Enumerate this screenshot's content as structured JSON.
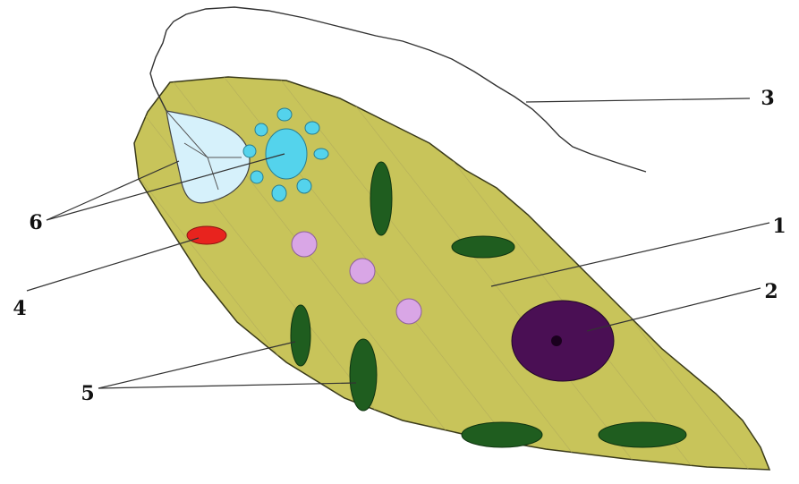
{
  "labels": {
    "l1": "1",
    "l2": "2",
    "l3": "3",
    "l4": "4",
    "l5": "5",
    "l6": "6"
  },
  "colors": {
    "cytoplasm": "#c8c45a",
    "hatch": "#b3ad5a",
    "outline": "#3a3a1a",
    "chloroplast": "#1f5d1f",
    "vacuole": "#d9a6e6",
    "nucleus": "#4a0f54",
    "nucleolus": "#1a001e",
    "stigma": "#e8231e",
    "contractile_vacuole": "#54d3ec",
    "reservoir": "#d6f1fb",
    "flagellum": "#333333",
    "leader": "#333333"
  },
  "icons": {
    "flagellum": "flagellum-icon",
    "nucleus": "nucleus-icon",
    "stigma": "eyespot-icon"
  }
}
